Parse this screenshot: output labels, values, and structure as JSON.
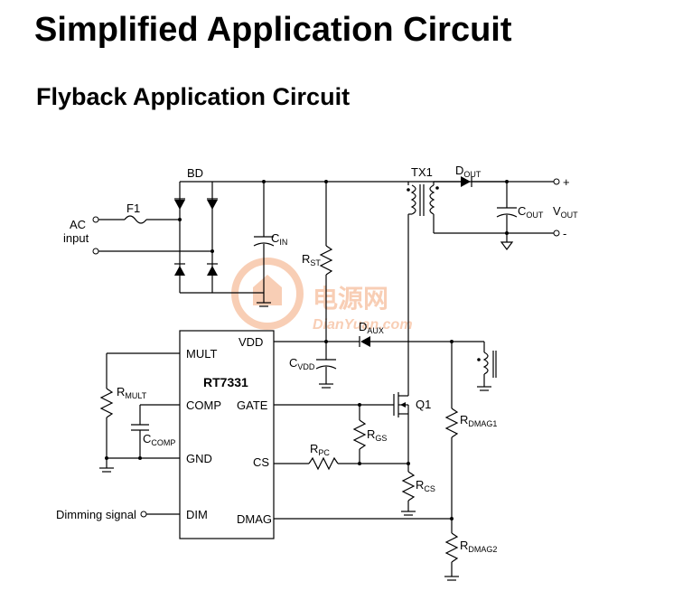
{
  "title": "Simplified Application Circuit",
  "subtitle": "Flyback Application Circuit",
  "labels": {
    "bd": "BD",
    "f1": "F1",
    "ac_input_1": "AC",
    "ac_input_2": "input",
    "cin": "C",
    "cin_sub": "IN",
    "rst": "R",
    "rst_sub": "ST",
    "tx1": "TX1",
    "dout": "D",
    "dout_sub": "OUT",
    "cout": "C",
    "cout_sub": "OUT",
    "vout": "V",
    "vout_sub": "OUT",
    "plus": "+",
    "minus": "-",
    "daux": "D",
    "daux_sub": "AUX",
    "cvdd": "C",
    "cvdd_sub": "VDD",
    "rmult": "R",
    "rmult_sub": "MULT",
    "ccomp": "C",
    "ccomp_sub": "COMP",
    "rgs": "R",
    "rgs_sub": "GS",
    "rpc": "R",
    "rpc_sub": "PC",
    "rcs": "R",
    "rcs_sub": "CS",
    "q1": "Q1",
    "rdmag1": "R",
    "rdmag1_sub": "DMAG1",
    "rdmag2": "R",
    "rdmag2_sub": "DMAG2",
    "dimming": "Dimming signal"
  },
  "ic": {
    "name": "RT7331",
    "pins_left": [
      "MULT",
      "COMP",
      "GND",
      "DIM"
    ],
    "pins_right": [
      "VDD",
      "GATE",
      "CS",
      "DMAG"
    ]
  },
  "watermark": {
    "cn": "电源网",
    "en": "DianYuan.com",
    "color": "#f4a77a"
  }
}
